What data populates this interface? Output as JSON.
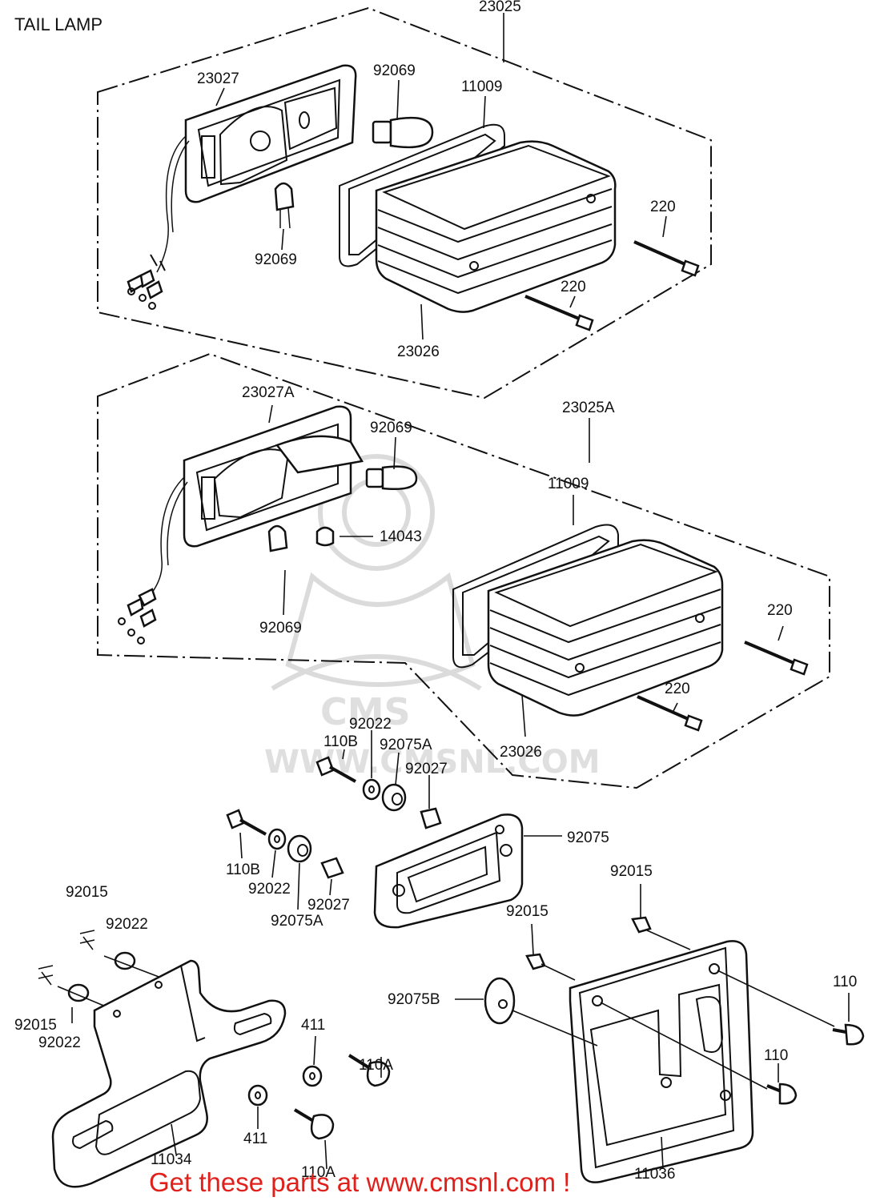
{
  "title": "TAIL LAMP",
  "footer": "Get these parts at www.cmsnl.com !",
  "watermark": {
    "brand": "CMS",
    "site": "WWW.CMSNL.COM"
  },
  "colors": {
    "footer_text": "#e0201b",
    "line": "#111111",
    "background": "#ffffff",
    "watermark": "#d8d8d8"
  },
  "labels": {
    "upper_assembly": "23025",
    "upper_housing": "23027",
    "upper_bulb_top": "92069",
    "upper_bulb_bottom": "92069",
    "upper_gasket": "11009",
    "upper_screw_a": "220",
    "upper_screw_b": "220",
    "upper_lens": "23026",
    "lower_housing": "23027A",
    "lower_bulb_top": "92069",
    "lower_assembly": "23025A",
    "lower_gasket": "11009",
    "lower_grommet": "14043",
    "lower_bulb_bottom": "92069",
    "lower_screw_a": "220",
    "lower_screw_b": "220",
    "lower_lens": "23026",
    "washer_upper": "92022",
    "bolt_upper": "110B",
    "collar_upper": "92075A",
    "spacer_upper": "92027",
    "bracket": "92075",
    "bolt_lower": "110B",
    "washer_lower": "92022",
    "spacer_lower": "92027",
    "collar_lower": "92075A",
    "nut_left_top": "92015",
    "washer_left_top": "92022",
    "nut_left_bottom": "92015",
    "washer_left_bottom": "92022",
    "nut_plate_top": "92015",
    "nut_plate_mid": "92015",
    "damper": "92075B",
    "washer_411_top": "411",
    "bolt_110a_top": "110A",
    "washer_411_bottom": "411",
    "bolt_110a_bottom": "110A",
    "stay": "11034",
    "plate_bracket": "11036",
    "bolt_110_top": "110",
    "bolt_110_bottom": "110"
  }
}
